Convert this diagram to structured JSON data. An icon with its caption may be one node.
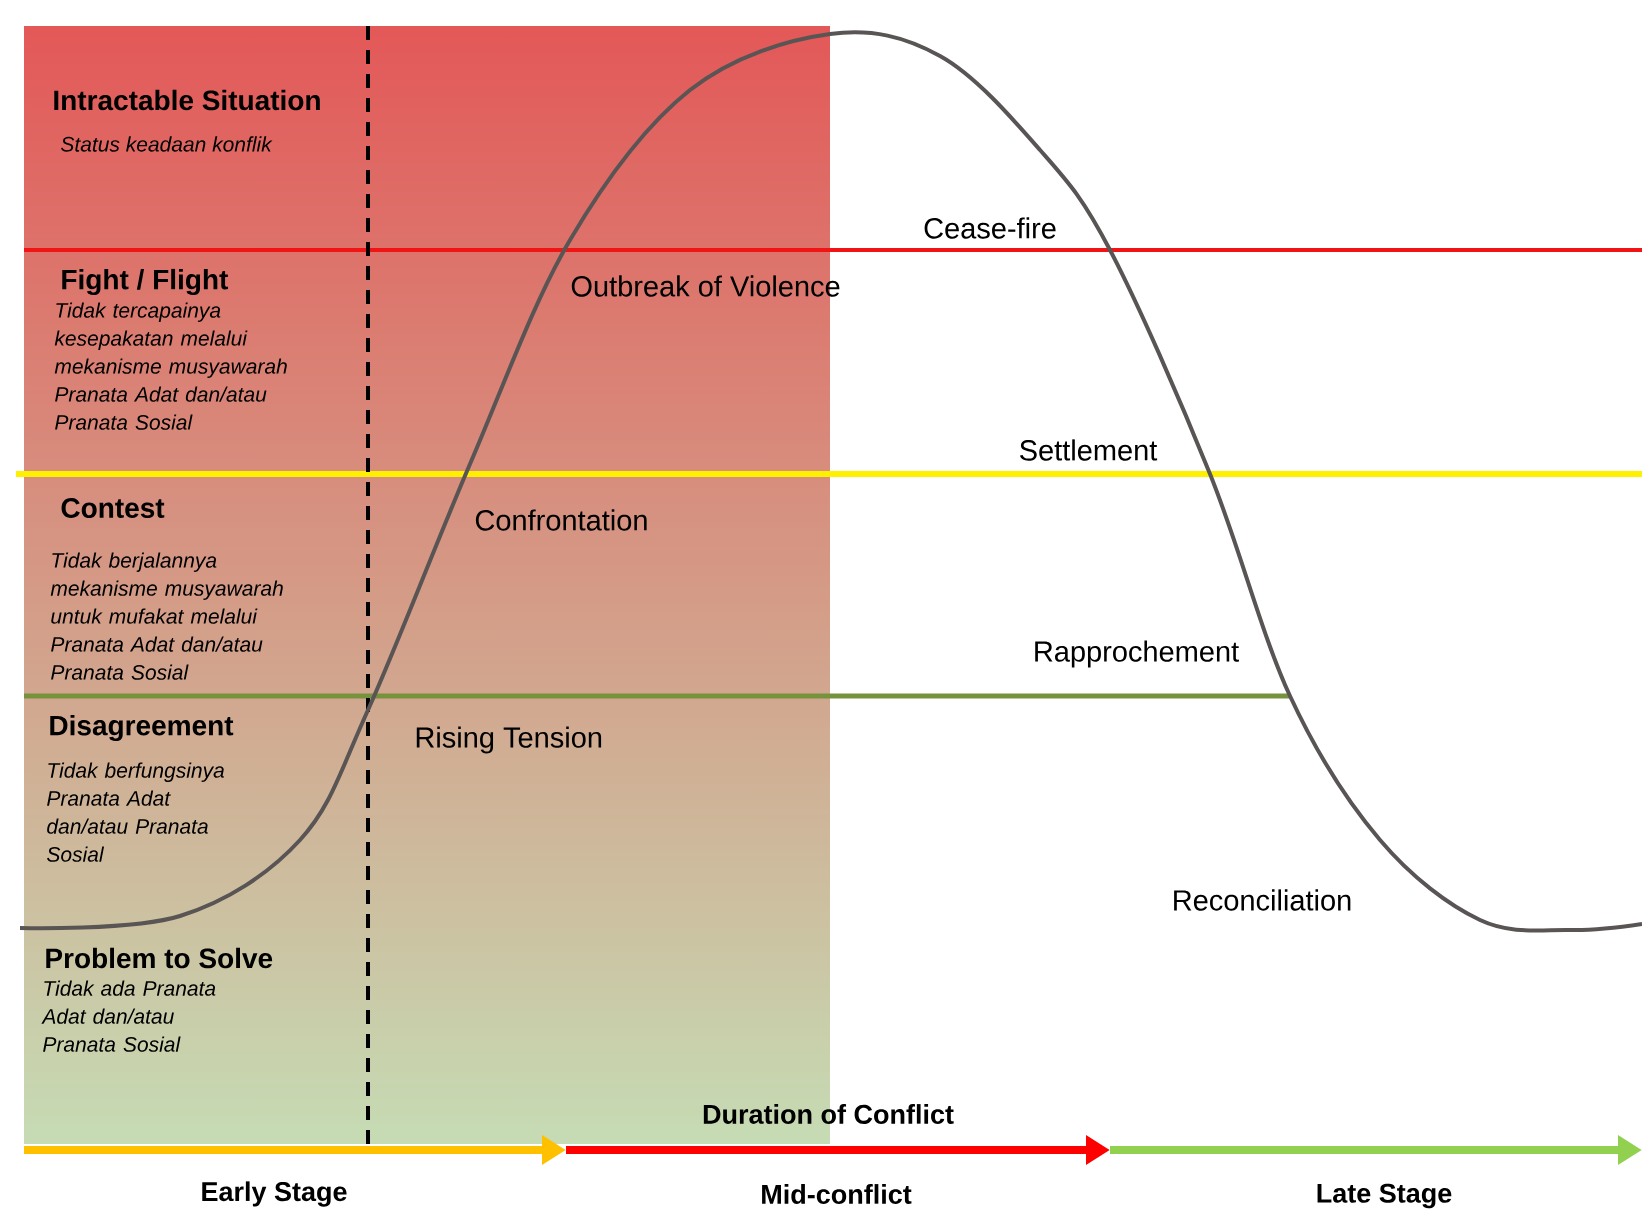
{
  "diagram": {
    "labels": [
      "Intractable Situation",
      "Status keadaan konflik",
      "Cease-fire",
      "Fight / Flight",
      "Outbreak of Violence",
      "Tidak tercapainya kesepakatan melalui mekanisme musyawarah Pranata Adat dan/atau Pranata Sosial",
      "Settlement",
      "Contest",
      "Confrontation",
      "Tidak berjalannya mekanisme musyawarah untuk mufakat melalui Pranata Adat dan/atau Pranata Sosial",
      "Rapprochement",
      "Disagreement",
      "Rising Tension",
      "Tidak berfungsinya Pranata Adat dan/atau Pranata Sosial",
      "Reconciliation",
      "Problem to Solve",
      "Tidak ada Pranata Adat dan/atau Pranata Sosial",
      "Duration of Conflict",
      "Early Stage",
      "Mid-conflict",
      "Late Stage"
    ]
  }
}
